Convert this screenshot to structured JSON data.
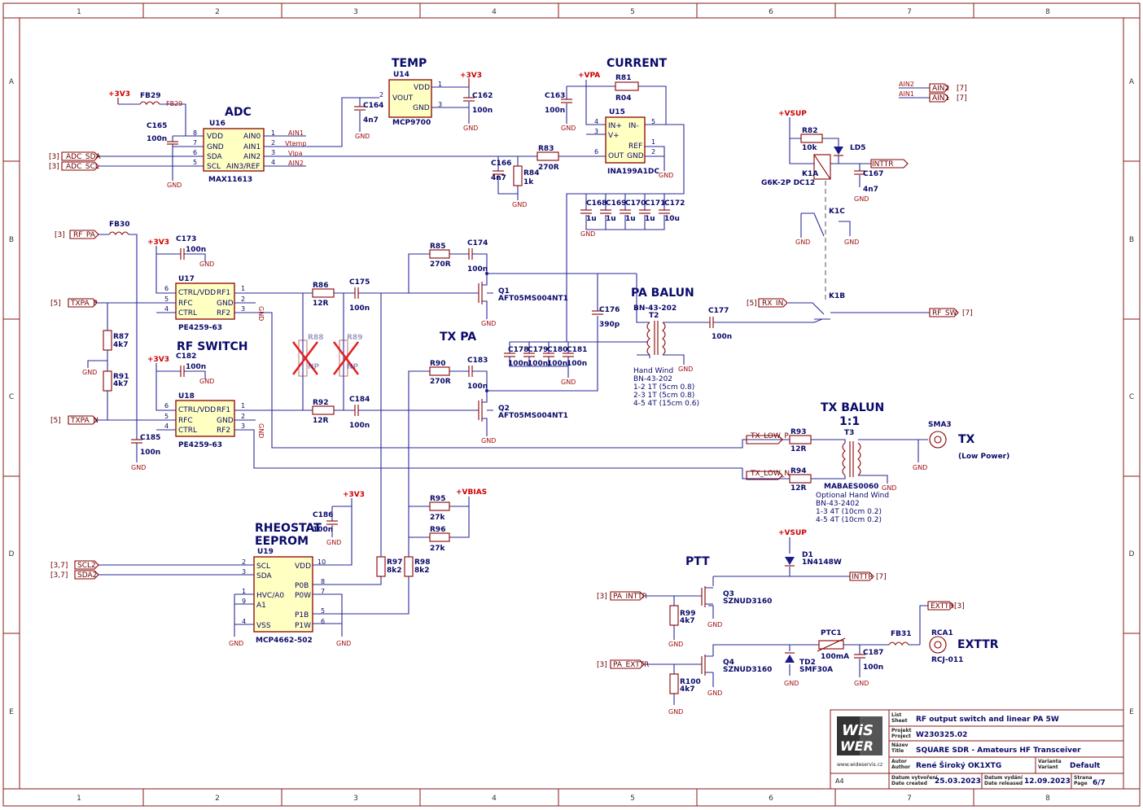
{
  "frame": {
    "cols": [
      "1",
      "2",
      "3",
      "4",
      "5",
      "6",
      "7",
      "8"
    ],
    "rows": [
      "A",
      "B",
      "C",
      "D",
      "E"
    ]
  },
  "titles": {
    "adc": "ADC",
    "temp": "TEMP",
    "current": "CURRENT",
    "rf_switch": "RF SWITCH",
    "tx_pa": "TX PA",
    "pa_balun": "PA BALUN",
    "tx_balun_1": "TX BALUN",
    "tx_balun_2": "1:1",
    "rheostat_1": "RHEOSTAT",
    "rheostat_2": "EEPROM",
    "ptt": "PTT",
    "tx": "TX",
    "tx_sub": "(Low Power)",
    "exttr": "EXTTR"
  },
  "power": {
    "p3v3": "+3V3",
    "vpa": "+VPA",
    "vsup": "+VSUP",
    "vbias": "+VBIAS",
    "gnd": "GND"
  },
  "ics": {
    "u16": {
      "ref": "U16",
      "value": "MAX11613",
      "pins_left": [
        "VDD",
        "GND",
        "SDA",
        "SCL"
      ],
      "pins_right": [
        "AIN0",
        "AIN1",
        "AIN2",
        "AIN3/REF"
      ],
      "nums_left": [
        "8",
        "7",
        "6",
        "5"
      ],
      "nums_right": [
        "1",
        "2",
        "3",
        "4"
      ]
    },
    "u14": {
      "ref": "U14",
      "value": "MCP9700",
      "vdd": "VDD",
      "vout": "VOUT",
      "gnd": "GND",
      "n1": "1",
      "n2": "2",
      "n3": "3"
    },
    "u15": {
      "ref": "U15",
      "value": "INA199A1DC",
      "pins_left": [
        "IN+",
        "V+",
        "OUT"
      ],
      "pins_right": [
        "IN-",
        "REF",
        "GND"
      ],
      "nums_left": [
        "4",
        "3",
        "6"
      ],
      "nums_right": [
        "5",
        "1",
        "2"
      ]
    },
    "u17": {
      "ref": "U17",
      "value": "PE4259-63",
      "pins_left": [
        "CTRL/VDD",
        "RFC",
        "CTRL"
      ],
      "pins_right": [
        "RF1",
        "GND",
        "RF2"
      ],
      "nums_left": [
        "6",
        "5",
        "4"
      ],
      "nums_right": [
        "1",
        "2",
        "3"
      ]
    },
    "u18": {
      "ref": "U18",
      "value": "PE4259-63",
      "pins_left": [
        "CTRL/VDD",
        "RFC",
        "CTRL"
      ],
      "pins_right": [
        "RF1",
        "GND",
        "RF2"
      ],
      "nums_left": [
        "6",
        "5",
        "4"
      ],
      "nums_right": [
        "1",
        "2",
        "3"
      ]
    },
    "u19": {
      "ref": "U19",
      "value": "MCP4662-502",
      "pins_left": [
        "SCL",
        "SDA",
        "HVC/A0",
        "A1",
        "VSS"
      ],
      "pins_right": [
        "VDD",
        "P0B",
        "P0W",
        "P1B",
        "P1W"
      ],
      "nums_left": [
        "2",
        "3",
        "1",
        "9",
        "4"
      ],
      "nums_right": [
        "10",
        "8",
        "7",
        "5",
        "6"
      ]
    }
  },
  "parts": {
    "fb29": "FB29",
    "fb29_net": "FB29",
    "c165": "C165",
    "c165_v": "100n",
    "c164": "C164",
    "c164_v": "4n7",
    "c162": "C162",
    "c162_v": "100n",
    "c163": "C163",
    "c163_v": "100n",
    "r81": "R81",
    "r81_v": "R04",
    "r83": "R83",
    "r83_v": "270R",
    "c166": "C166",
    "c166_v": "4n7",
    "r84": "R84",
    "r84_v": "1k",
    "c168": "C168",
    "c169": "C169",
    "c170": "C170",
    "c171": "C171",
    "c172": "C172",
    "c16x_v": "1u",
    "c172_v": "10u",
    "r82": "R82",
    "r82_v": "10k",
    "ld5": "LD5",
    "k1a": "K1A",
    "k1_v": "G6K-2P DC12",
    "c167": "C167",
    "c167_v": "4n7",
    "k1c": "K1C",
    "k1b": "K1B",
    "fb30": "FB30",
    "c173": "C173",
    "c173_v": "100n",
    "c182": "C182",
    "c182_v": "100n",
    "r87": "R87",
    "r87_v": "4k7",
    "r91": "R91",
    "r91_v": "4k7",
    "c185": "C185",
    "c185_v": "100n",
    "r86": "R86",
    "r86_v": "12R",
    "r92": "R92",
    "r92_v": "12R",
    "c175": "C175",
    "c175_v": "100n",
    "c184": "C184",
    "c184_v": "100n",
    "r88": "R88",
    "r89": "R89",
    "np": "NP",
    "r85": "R85",
    "r85_v": "270R",
    "c174": "C174",
    "c174_v": "100n",
    "r90": "R90",
    "r90_v": "270R",
    "c183": "C183",
    "c183_v": "100n",
    "q1": "Q1",
    "q2": "Q2",
    "q_v": "AFT05MS004NT1",
    "c176": "C176",
    "c176_v": "390p",
    "c177": "C177",
    "c177_v": "100n",
    "c178": "C178",
    "c179": "C179",
    "c180": "C180",
    "c181": "C181",
    "c17x_v": "100n",
    "t2": "T2",
    "t2_v": "BN-43-202",
    "t2_note": [
      "Hand Wind",
      "BN-43-202",
      "1-2 1T (5cm 0.8)",
      "2-3 1T (5cm 0.8)",
      "4-5 4T (15cm 0.6)"
    ],
    "r93": "R93",
    "r93_v": "12R",
    "r94": "R94",
    "r94_v": "12R",
    "t3": "T3",
    "t3_v": "MABAES0060",
    "t3_note": [
      "Optional Hand Wind",
      "BN-43-2402",
      "1-3 4T (10cm 0.2)",
      "4-5 4T (10cm 0.2)"
    ],
    "sma3": "SMA3",
    "c186": "C186",
    "c186_v": "100n",
    "r95": "R95",
    "r95_v": "27k",
    "r96": "R96",
    "r96_v": "27k",
    "r97": "R97",
    "r97_v": "8k2",
    "r98": "R98",
    "r98_v": "8k2",
    "d1": "D1",
    "d1_v": "1N4148W",
    "q3": "Q3",
    "q4": "Q4",
    "q34_v": "SZNUD3160",
    "r99": "R99",
    "r99_v": "4k7",
    "r100": "R100",
    "r100_v": "4k7",
    "td2": "TD2",
    "td2_v": "SMF30A",
    "ptc1": "PTC1",
    "ptc1_v": "100mA",
    "c187": "C187",
    "c187_v": "100n",
    "fb31": "FB31",
    "rca1": "RCA1",
    "rca1_v": "RCJ-011"
  },
  "nets": {
    "ain1": "AIN1",
    "ain2": "AIN2",
    "vtemp": "Vtemp",
    "vipa": "Vipa",
    "inttr": "INTTR",
    "adc_sda": "ADC_SDA",
    "adc_scl": "ADC_SCL",
    "rf_pa": "RF_PA",
    "txpa_p": "TXPA_P",
    "txpa_n": "TXPA_N",
    "rx_in": "RX_IN",
    "rf_sw": "RF_SW",
    "tx_low_p": "TX_LOW_P",
    "tx_low_n": "TX_LOW_N",
    "scl2": "SCL2",
    "sda2": "SDA2",
    "pa_inttr": "PA_INTTR",
    "pa_exttr": "PA_EXTTR",
    "exttr": "EXTTR",
    "r3": "[3]",
    "r5": "[5]",
    "r7": "[7]",
    "r37": "[3,7]"
  },
  "titleblock": {
    "logo_1": "WiS",
    "logo_2": "WER",
    "url": "www.wideservis.cz",
    "list_l1": "List",
    "list_l2": "Sheet",
    "list_v": "RF output switch and linear PA 5W",
    "proj_l1": "Projekt",
    "proj_l2": "Project",
    "proj_v": "W230325.02",
    "name_l1": "Název",
    "name_l2": "Title",
    "name_v": "SQUARE SDR - Amateurs HF Transceiver",
    "auth_l1": "Autor",
    "auth_l2": "Author",
    "auth_v": "René Široký OK1XTG",
    "var_l1": "Varianta",
    "var_l2": "Variant",
    "var_v": "Default",
    "dc_l1": "Datum vytvoření",
    "dc_l2": "Date created",
    "dc_v": "25.03.2023",
    "dr_l1": "Datum vydání",
    "dr_l2": "Date released",
    "dr_v": "12.09.2023",
    "pg_l1": "Strana",
    "pg_l2": "Page",
    "pg_v": "6/7",
    "fmt": "A4"
  }
}
